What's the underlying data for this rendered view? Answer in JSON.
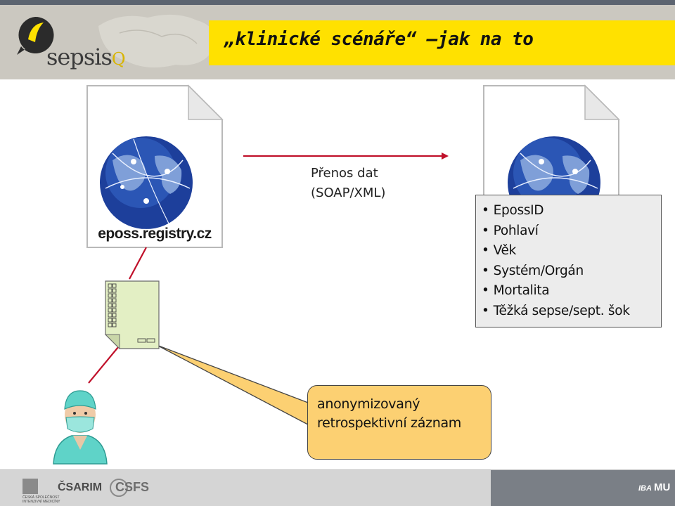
{
  "header": {
    "title": "„klinické scénáře“ –jak na to",
    "logo_text": "sepsis",
    "logo_suffix": "Q"
  },
  "left_document": {
    "label": "eposs.registry.cz",
    "icon": "globe-document-icon"
  },
  "right_document": {
    "icon": "globe-document-icon"
  },
  "transfer": {
    "line1": "Přenos dat",
    "line2": "(SOAP/XML)"
  },
  "fields": {
    "items": [
      "EpossID",
      "Pohlaví",
      "Věk",
      "Systém/Orgán",
      "Mortalita",
      "Těžká sepse/sept. šok"
    ]
  },
  "note": {
    "line1": "anonymizovaný",
    "line2": "retrospektivní záznam"
  },
  "record": {
    "icon": "paper-form-icon"
  },
  "person": {
    "icon": "surgeon-icon"
  },
  "footer": {
    "logo1_name": "ČSARIM",
    "logo1_sub1": "ČESKÁ SPOLEČNOST",
    "logo1_sub2": "INTENZIVNÍ MEDICÍNY",
    "logo2_name": "CSFS",
    "logo3_name": "IBA",
    "logo4_name": "MU"
  },
  "colors": {
    "title_bar": "#ffe100",
    "note_fill": "#fcd072",
    "arrow": "#c0102a",
    "record_fill": "#e3efc4"
  }
}
